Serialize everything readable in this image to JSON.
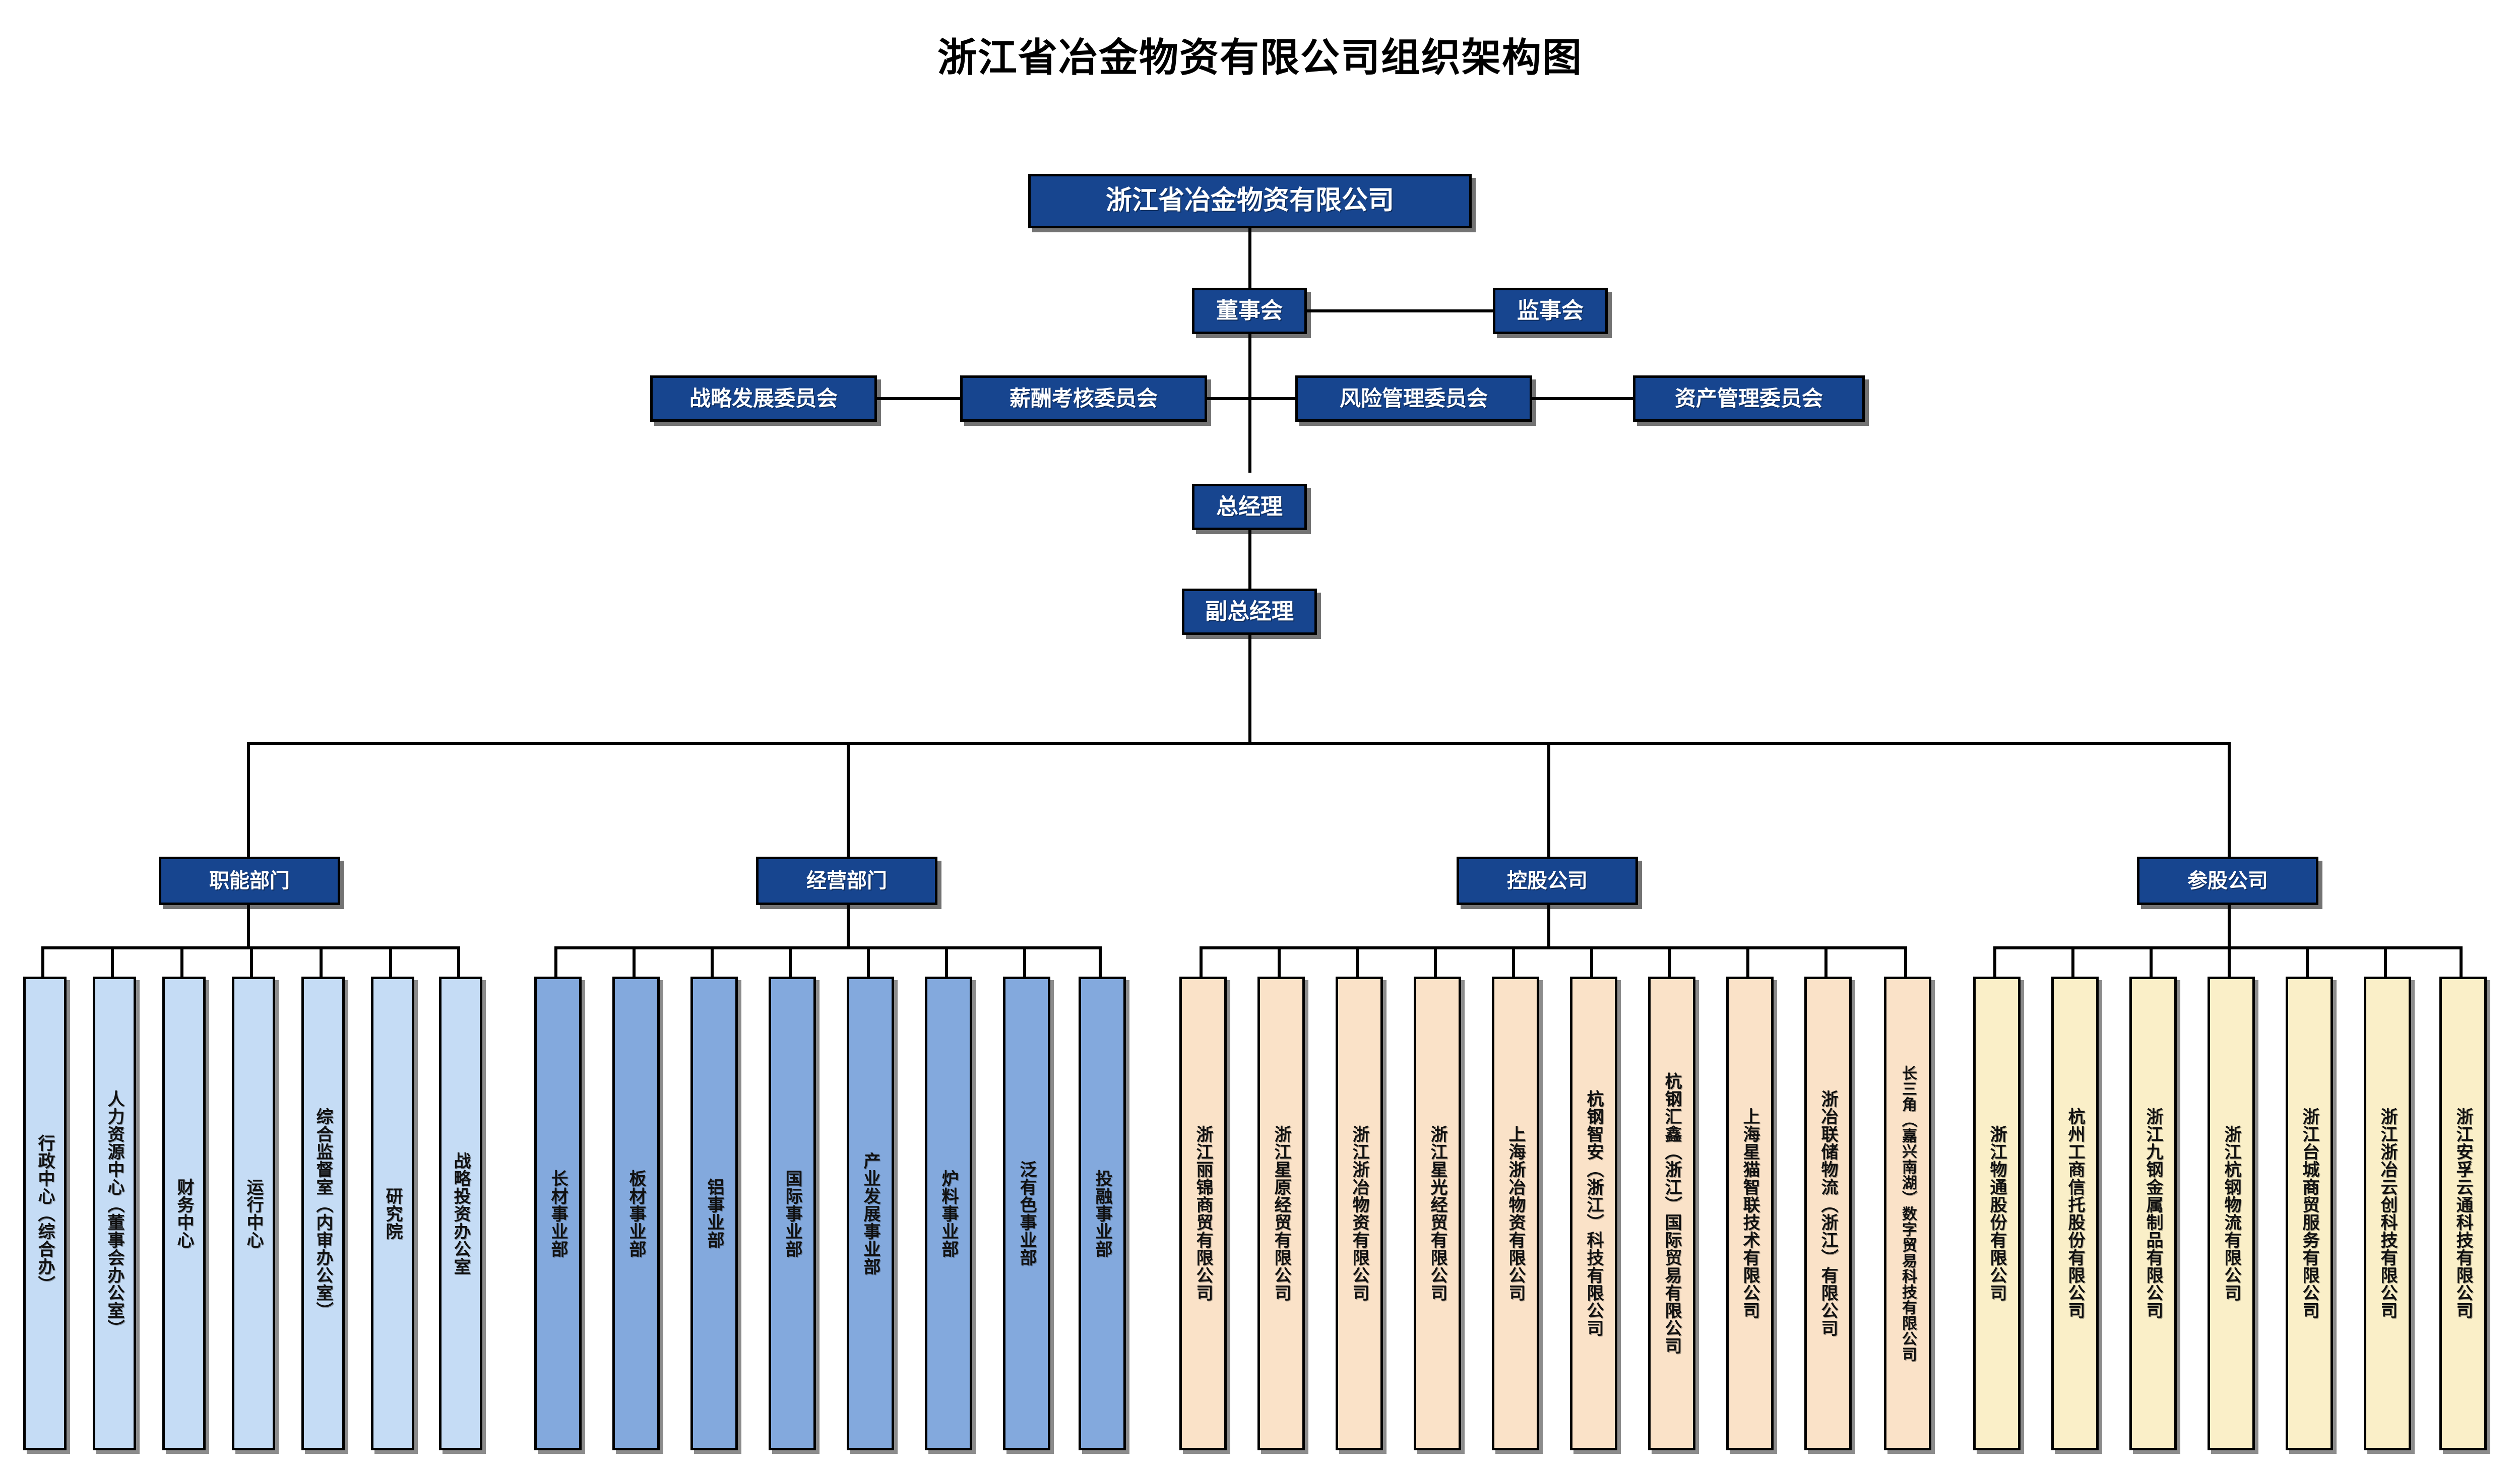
{
  "title": "浙江省冶金物资有限公司组织架构图",
  "colors": {
    "header_blue": "#17458F",
    "functional_fill": "#C5DCF5",
    "business_fill": "#83A9DD",
    "holding_fill": "#FAE2C8",
    "participating_fill": "#FAEFC8",
    "line": "#000000",
    "title_text": "#000000"
  },
  "root": {
    "label": "浙江省冶金物资有限公司"
  },
  "governance": {
    "board": "董事会",
    "supervisory_board": "监事会"
  },
  "committees": [
    {
      "label": "战略发展委员会"
    },
    {
      "label": "薪酬考核委员会"
    },
    {
      "label": "风险管理委员会"
    },
    {
      "label": "资产管理委员会"
    }
  ],
  "management": {
    "general_manager": "总经理",
    "deputy_general_manager": "副总经理"
  },
  "categories": [
    {
      "label": "职能部门"
    },
    {
      "label": "经营部门"
    },
    {
      "label": "控股公司"
    },
    {
      "label": "参股公司"
    }
  ],
  "functional_departments": [
    {
      "label": "行政中心（综合办）"
    },
    {
      "label": "人力资源中心（董事会办公室）"
    },
    {
      "label": "财务中心"
    },
    {
      "label": "运行中心"
    },
    {
      "label": "综合监督室（内审办公室）"
    },
    {
      "label": "研究院"
    },
    {
      "label": "战略投资办公室"
    }
  ],
  "business_divisions": [
    {
      "label": "长材事业部"
    },
    {
      "label": "板材事业部"
    },
    {
      "label": "铝事业部"
    },
    {
      "label": "国际事业部"
    },
    {
      "label": "产业发展事业部"
    },
    {
      "label": "炉料事业部"
    },
    {
      "label": "泛有色事业部"
    },
    {
      "label": "投融事业部"
    }
  ],
  "holding_companies": [
    {
      "label": "浙江丽锦商贸有限公司"
    },
    {
      "label": "浙江星原经贸有限公司"
    },
    {
      "label": "浙江浙冶物资有限公司"
    },
    {
      "label": "浙江星光经贸有限公司"
    },
    {
      "label": "上海浙冶物资有限公司"
    },
    {
      "label": "杭钢智安（浙江）科技有限公司"
    },
    {
      "label": "杭钢汇鑫（浙江）国际贸易有限公司"
    },
    {
      "label": "上海星猫智联技术有限公司"
    },
    {
      "label": "浙冶联储物流（浙江）有限公司"
    },
    {
      "label": "长三角（嘉兴南湖）数字贸易科技有限公司"
    }
  ],
  "participating_companies": [
    {
      "label": "浙江物通股份有限公司"
    },
    {
      "label": "杭州工商信托股份有限公司"
    },
    {
      "label": "浙江九钢金属制品有限公司"
    },
    {
      "label": "浙江杭钢物流有限公司"
    },
    {
      "label": "浙江台城商贸服务有限公司"
    },
    {
      "label": "浙江浙冶云创科技有限公司"
    },
    {
      "label": "浙江安孚云通科技有限公司"
    }
  ]
}
